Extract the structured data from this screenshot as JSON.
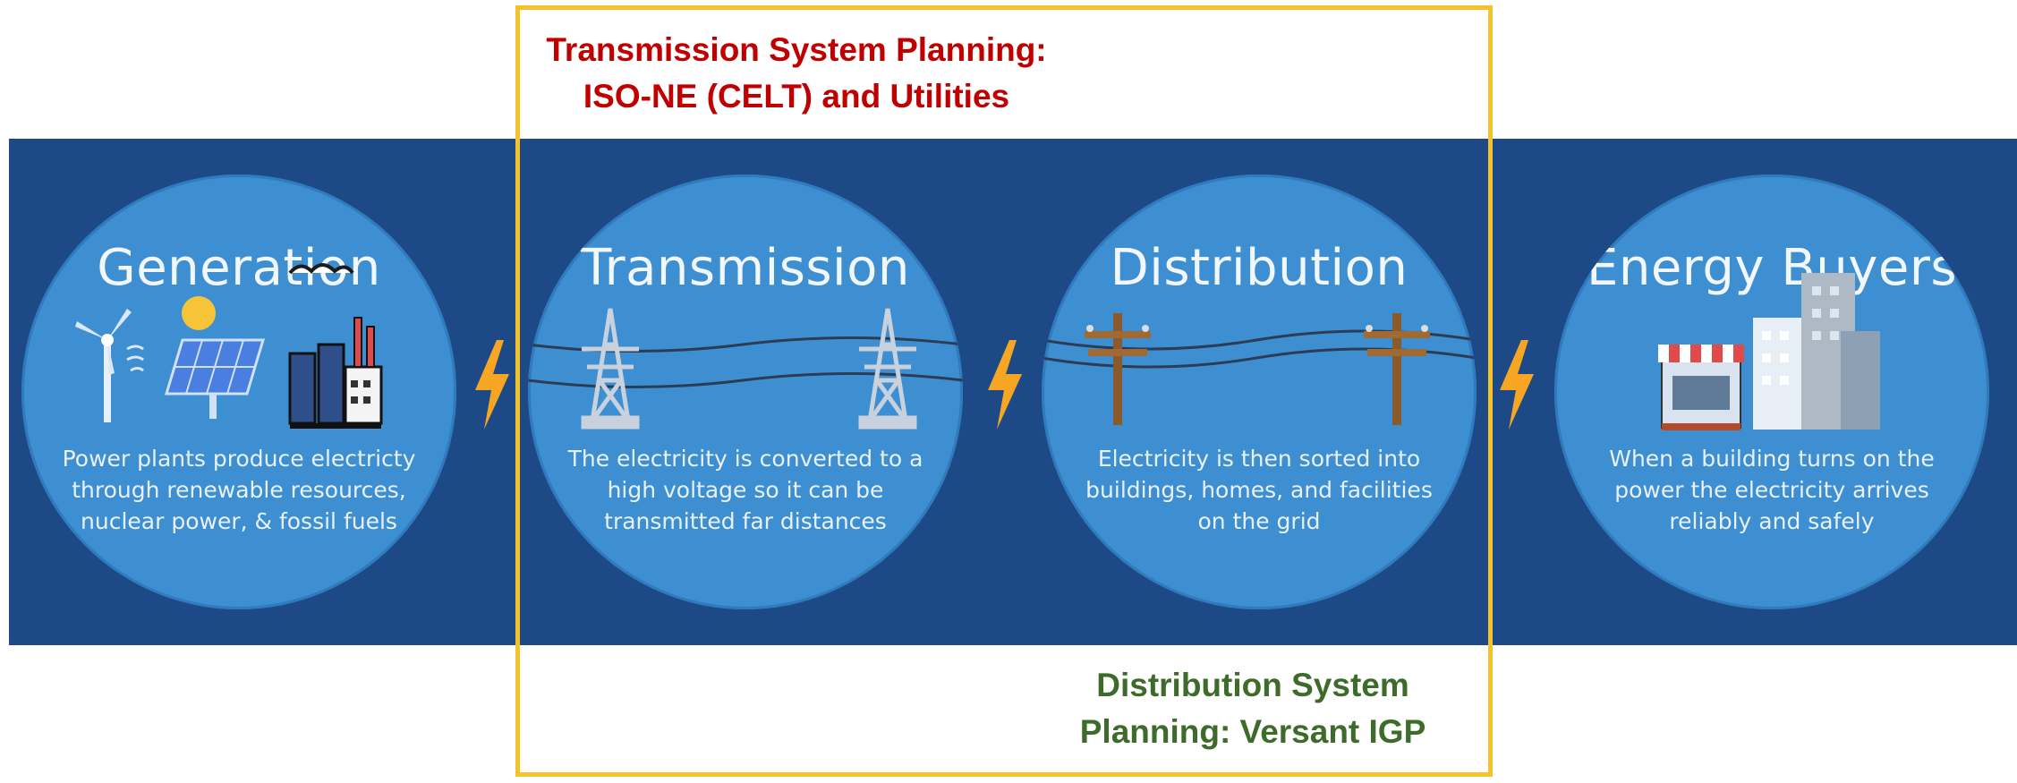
{
  "stages": [
    {
      "title": "Generation",
      "description": "Power plants produce electricty through renewable resources, nuclear power, & fossil fuels"
    },
    {
      "title": "Transmission",
      "description": "The electricity is converted to a high voltage so it can be transmitted far distances"
    },
    {
      "title": "Distribution",
      "description": "Electricity is then sorted into buildings, homes, and facilities on the grid"
    },
    {
      "title": "Energy Buyers",
      "description": "When a building turns on the power the electricity arrives reliably and safely"
    }
  ],
  "annotations": {
    "transmission_line1": "Transmission System Planning:",
    "transmission_line2": "ISO-NE (CELT) and Utilities",
    "distribution_line1": "Distribution System",
    "distribution_line2": "Planning: Versant IGP"
  },
  "colors": {
    "band": "#1d4a86",
    "circle": "#3d8fd1",
    "highlight_border": "#f4c22b",
    "transmission_label": "#c00000",
    "distribution_label": "#3d6b2a",
    "bolt": "#f6a623"
  },
  "icons": [
    "wind-turbine-icon",
    "solar-panel-icon",
    "factory-icon",
    "transmission-tower-icon",
    "utility-pole-icon",
    "storefront-icon",
    "office-building-icon",
    "lightning-bolt-icon"
  ]
}
